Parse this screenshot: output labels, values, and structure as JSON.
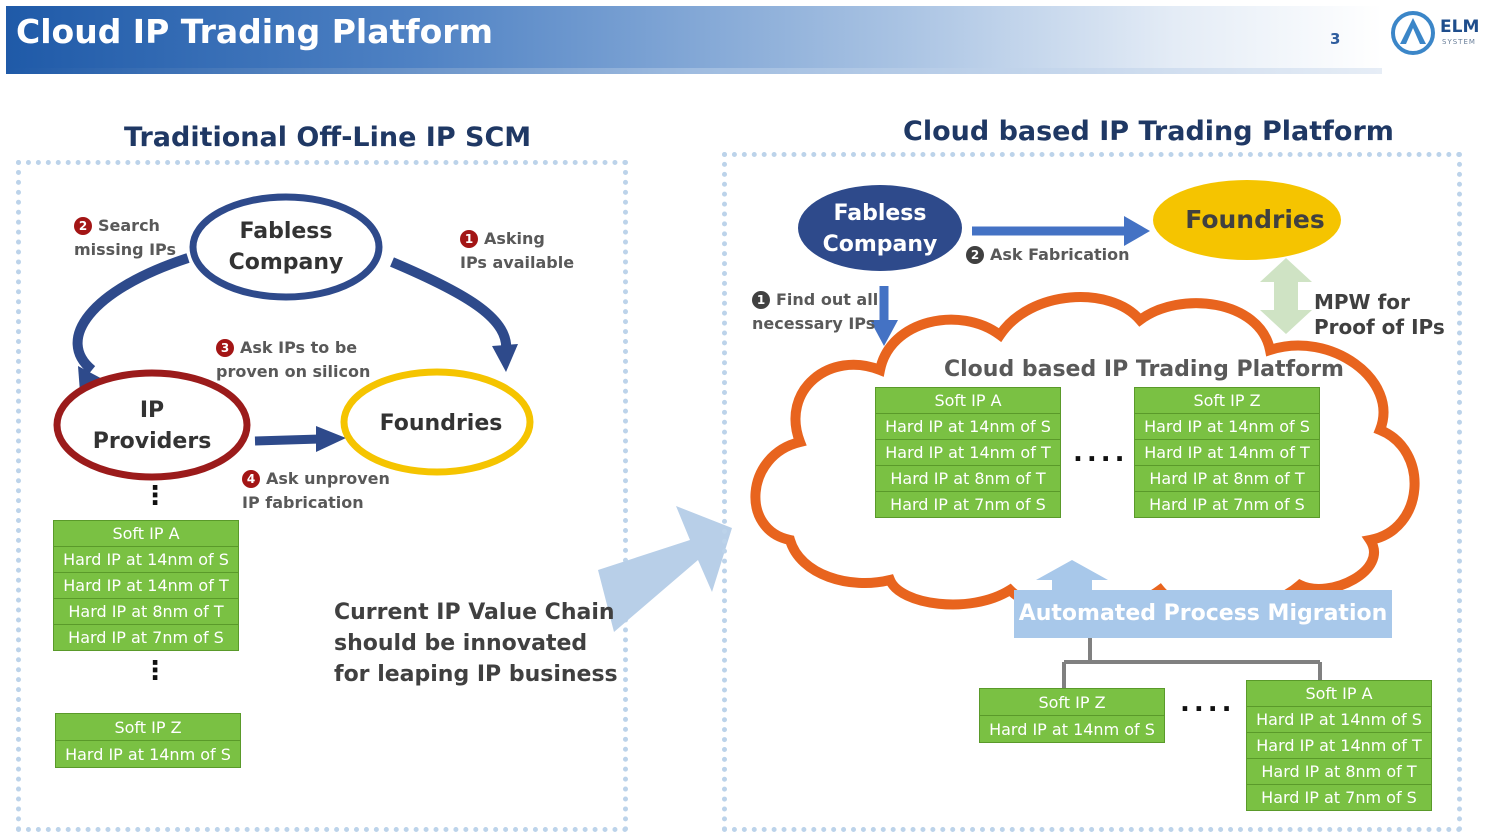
{
  "header": {
    "title": "Cloud IP Trading Platform",
    "page_number": "3",
    "logo_name": "ELM",
    "logo_sub": "SYSTEM"
  },
  "left": {
    "section_title": "Traditional Off-Line IP SCM",
    "fabless": [
      "Fabless",
      "Company"
    ],
    "ip_providers": [
      "IP",
      "Providers"
    ],
    "foundries": "Foundries",
    "step1": {
      "num": "1",
      "lines": [
        "Asking",
        "IPs available"
      ]
    },
    "step2": {
      "num": "2",
      "lines": [
        "Search",
        "missing IPs"
      ]
    },
    "step3": {
      "num": "3",
      "lines": [
        "Ask IPs to be",
        "proven on silicon"
      ]
    },
    "step4": {
      "num": "4",
      "lines": [
        "Ask unproven",
        "IP fabrication"
      ]
    },
    "ip_list_a": [
      "Soft IP A",
      "Hard IP at 14nm  of S",
      "Hard IP at 14nm  of T",
      "Hard IP at 8nm of T",
      "Hard IP at 7nm of S"
    ],
    "ip_list_z": [
      "Soft IP Z",
      "Hard IP at 14nm  of S"
    ],
    "vertical_dots": "⋮",
    "message": [
      "Current IP Value Chain",
      "should be innovated",
      "for leaping IP business"
    ]
  },
  "right": {
    "section_title": "Cloud based IP Trading Platform",
    "fabless": [
      "Fabless",
      "Company"
    ],
    "foundries": "Foundries",
    "step1": {
      "num": "1",
      "lines": [
        "Find out all",
        "necessary IPs"
      ]
    },
    "step2": {
      "num": "2",
      "lines": [
        "Ask Fabrication"
      ]
    },
    "mpw": [
      "MPW for",
      "Proof of IPs"
    ],
    "cloud_title": "Cloud based IP Trading Platform",
    "cloud_list_a": [
      "Soft IP A",
      "Hard IP at 14nm  of S",
      "Hard IP at 14nm  of T",
      "Hard IP at 8nm of T",
      "Hard IP at 7nm of S"
    ],
    "cloud_list_z": [
      "Soft IP Z",
      "Hard IP at 14nm  of S",
      "Hard IP at 14nm  of T",
      "Hard IP at 8nm of T",
      "Hard IP at 7nm of S"
    ],
    "dots": "....",
    "automated": "Automated Process Migration",
    "bottom_list_z": [
      "Soft IP Z",
      "Hard IP at 14nm  of S"
    ],
    "bottom_list_a": [
      "Soft IP A",
      "Hard IP at 14nm  of S",
      "Hard IP at 14nm  of T",
      "Hard IP at 8nm of T",
      "Hard IP at 7nm of S"
    ]
  },
  "colors": {
    "fabless_stroke": "#2e4a8b",
    "providers_stroke": "#9b1b1b",
    "foundries_stroke": "#f5c400",
    "cloud_stroke": "#e8641e",
    "ip_green": "#7ac143",
    "arrow_blue": "#4472c4",
    "mpw_arrow": "#cfe3c4"
  }
}
